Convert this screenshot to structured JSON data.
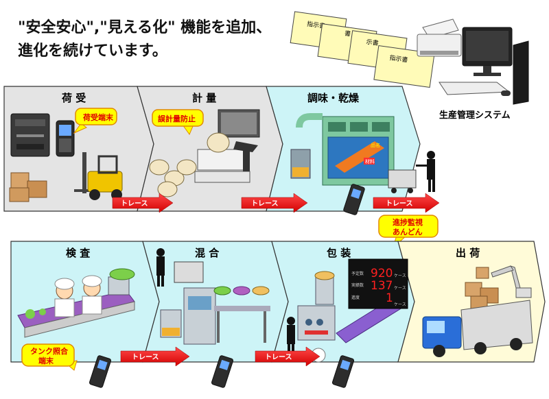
{
  "headline": {
    "line1": "\"安全安心\",\"見える化\" 機能を追加、",
    "line2": "進化を続けています。"
  },
  "papers": [
    "指示書",
    "書",
    "示書",
    "指示書"
  ],
  "system_label": "生産管理システム",
  "top_row": {
    "stages": [
      "荷 受",
      "計 量",
      "調味・乾燥"
    ],
    "callouts": [
      "荷受端末",
      "誤計量防止"
    ],
    "trace": [
      "トレース",
      "トレース",
      "トレース"
    ],
    "machine_labels": [
      "品名",
      "材料"
    ]
  },
  "progress_callout": [
    "進捗監視",
    "あんどん"
  ],
  "bottom_row": {
    "stages": [
      "検 査",
      "混 合",
      "包 装",
      "出 荷"
    ],
    "callouts": [
      "タンク照合",
      "端末"
    ],
    "trace": [
      "トレース",
      "トレース"
    ]
  },
  "andon": {
    "title": "",
    "rows": [
      {
        "label": "予定数",
        "value": "920",
        "unit": "ケース"
      },
      {
        "label": "実績数",
        "value": "137",
        "unit": "ケース"
      },
      {
        "label": "進度",
        "value": "1",
        "unit": "ケース"
      }
    ]
  },
  "colors": {
    "band_gray": "#e4e4e4",
    "band_cyan": "#cdf4f7",
    "band_yellow": "#fffbd8",
    "trace_red": "#ee1111",
    "callout_yellow": "#ffff00",
    "callout_border": "#e08800"
  }
}
